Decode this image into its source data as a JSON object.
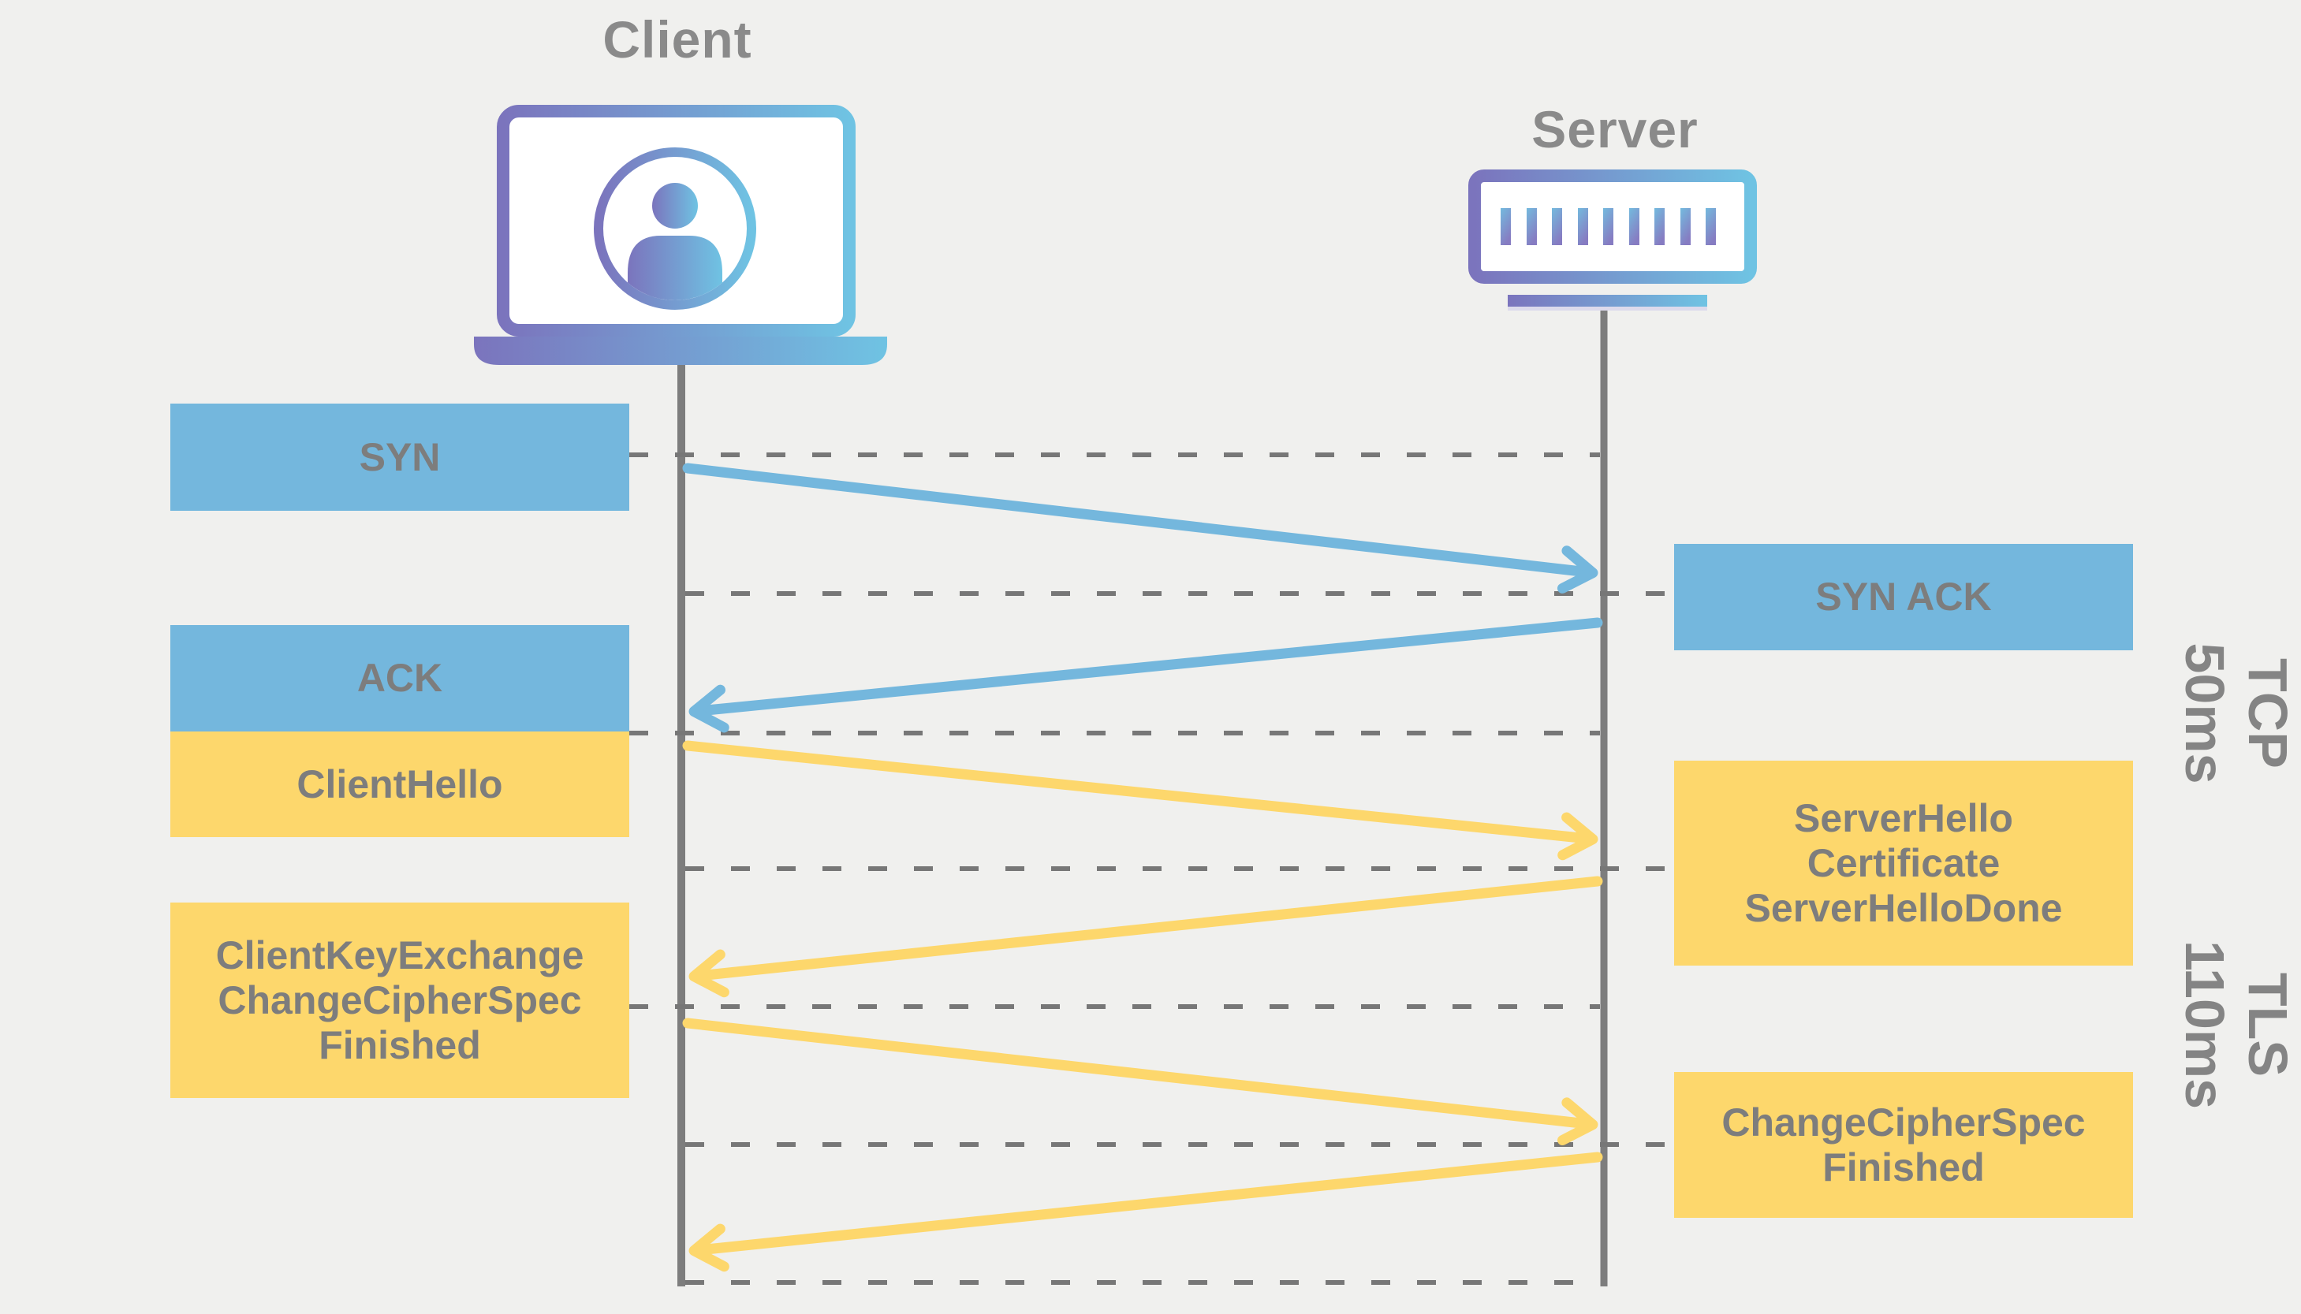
{
  "diagram": {
    "client_label": "Client",
    "server_label": "Server",
    "left_messages": [
      {
        "lines": [
          "SYN"
        ],
        "protocol": "tcp"
      },
      {
        "lines": [
          "ACK"
        ],
        "protocol": "tcp"
      },
      {
        "lines": [
          "ClientHello"
        ],
        "protocol": "tls"
      },
      {
        "lines": [
          "ClientKeyExchange",
          "ChangeCipherSpec",
          "Finished"
        ],
        "protocol": "tls"
      }
    ],
    "right_messages": [
      {
        "lines": [
          "SYN ACK"
        ],
        "protocol": "tcp"
      },
      {
        "lines": [
          "ServerHello",
          "Certificate",
          "ServerHelloDone"
        ],
        "protocol": "tls"
      },
      {
        "lines": [
          "ChangeCipherSpec",
          "Finished"
        ],
        "protocol": "tls"
      }
    ],
    "phases": [
      {
        "protocol": "TCP",
        "duration": "50ms"
      },
      {
        "protocol": "TLS",
        "duration": "110ms"
      }
    ],
    "colors": {
      "tcp_blue": "#74b7dd",
      "tls_yellow": "#fdd76c",
      "label_gray": "#7d7d7d",
      "title_gray": "#8a8a8a",
      "line_gray": "#7d7d7d",
      "dash_gray": "#777777",
      "gradient_purple": "#7b74bd",
      "gradient_blue": "#6fc3e3",
      "background": "#f0f0ee"
    }
  }
}
